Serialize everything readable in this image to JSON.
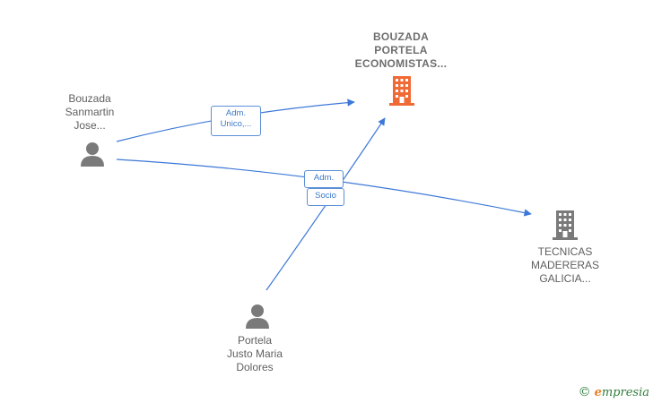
{
  "nodes": {
    "company_main": {
      "label_lines": [
        "BOUZADA",
        "PORTELA",
        "ECONOMISTAS..."
      ],
      "icon": "building-icon",
      "color": "#f06a35"
    },
    "company_tecnicas": {
      "label_lines": [
        "TECNICAS",
        "MADERERAS",
        "GALICIA..."
      ],
      "icon": "building-icon",
      "color": "#7a7a7a"
    },
    "person_bouzada": {
      "label_lines": [
        "Bouzada",
        "Sanmartin",
        "Jose..."
      ],
      "icon": "person-icon",
      "color": "#7a7a7a"
    },
    "person_portela": {
      "label_lines": [
        "Portela",
        "Justo Maria",
        "Dolores"
      ],
      "icon": "person-icon",
      "color": "#7a7a7a"
    }
  },
  "edges": [
    {
      "from": "person_bouzada",
      "to": "company_main",
      "label_lines": [
        "Adm.",
        "Unico,..."
      ]
    },
    {
      "from": "person_bouzada",
      "to": "company_tecnicas",
      "label_lines": [
        "Adm."
      ]
    },
    {
      "from": "person_portela",
      "to": "company_main",
      "label_lines": [
        "Socio"
      ]
    }
  ],
  "edge_color": "#3c78d8",
  "brand": {
    "copyright": "©",
    "initial": "e",
    "name": "mpresia"
  }
}
